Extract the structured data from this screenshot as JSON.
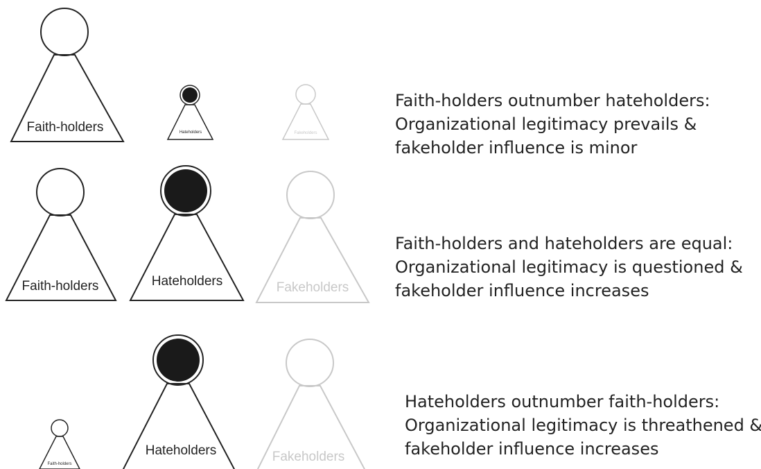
{
  "rows": [
    {
      "figures": [
        {
          "label": "Faith-holders",
          "kind": "faith"
        },
        {
          "label": "Hateholders",
          "kind": "hate"
        },
        {
          "label": "Fakeholders",
          "kind": "fake"
        }
      ],
      "caption": [
        "Faith-holders outnumber hateholders:",
        "Organizational legitimacy prevails &",
        "fakeholder influence is minor"
      ]
    },
    {
      "figures": [
        {
          "label": "Faith-holders",
          "kind": "faith"
        },
        {
          "label": "Hateholders",
          "kind": "hate"
        },
        {
          "label": "Fakeholders",
          "kind": "fake"
        }
      ],
      "caption": [
        "Faith-holders and hateholders are equal:",
        "Organizational legitimacy is questioned &",
        "fakeholder influence increases"
      ]
    },
    {
      "figures": [
        {
          "label": "Faith-holders",
          "kind": "faith"
        },
        {
          "label": "Hateholders",
          "kind": "hate"
        },
        {
          "label": "Fakeholders",
          "kind": "fake"
        }
      ],
      "caption": [
        "Hateholders outnumber faith-holders:",
        "Organizational legitimacy is threathened &",
        "fakeholder influence increases"
      ]
    }
  ],
  "colors": {
    "ink": "#222222",
    "fill_hate": "#1a1a1a",
    "faint": "#c8c8c8"
  }
}
